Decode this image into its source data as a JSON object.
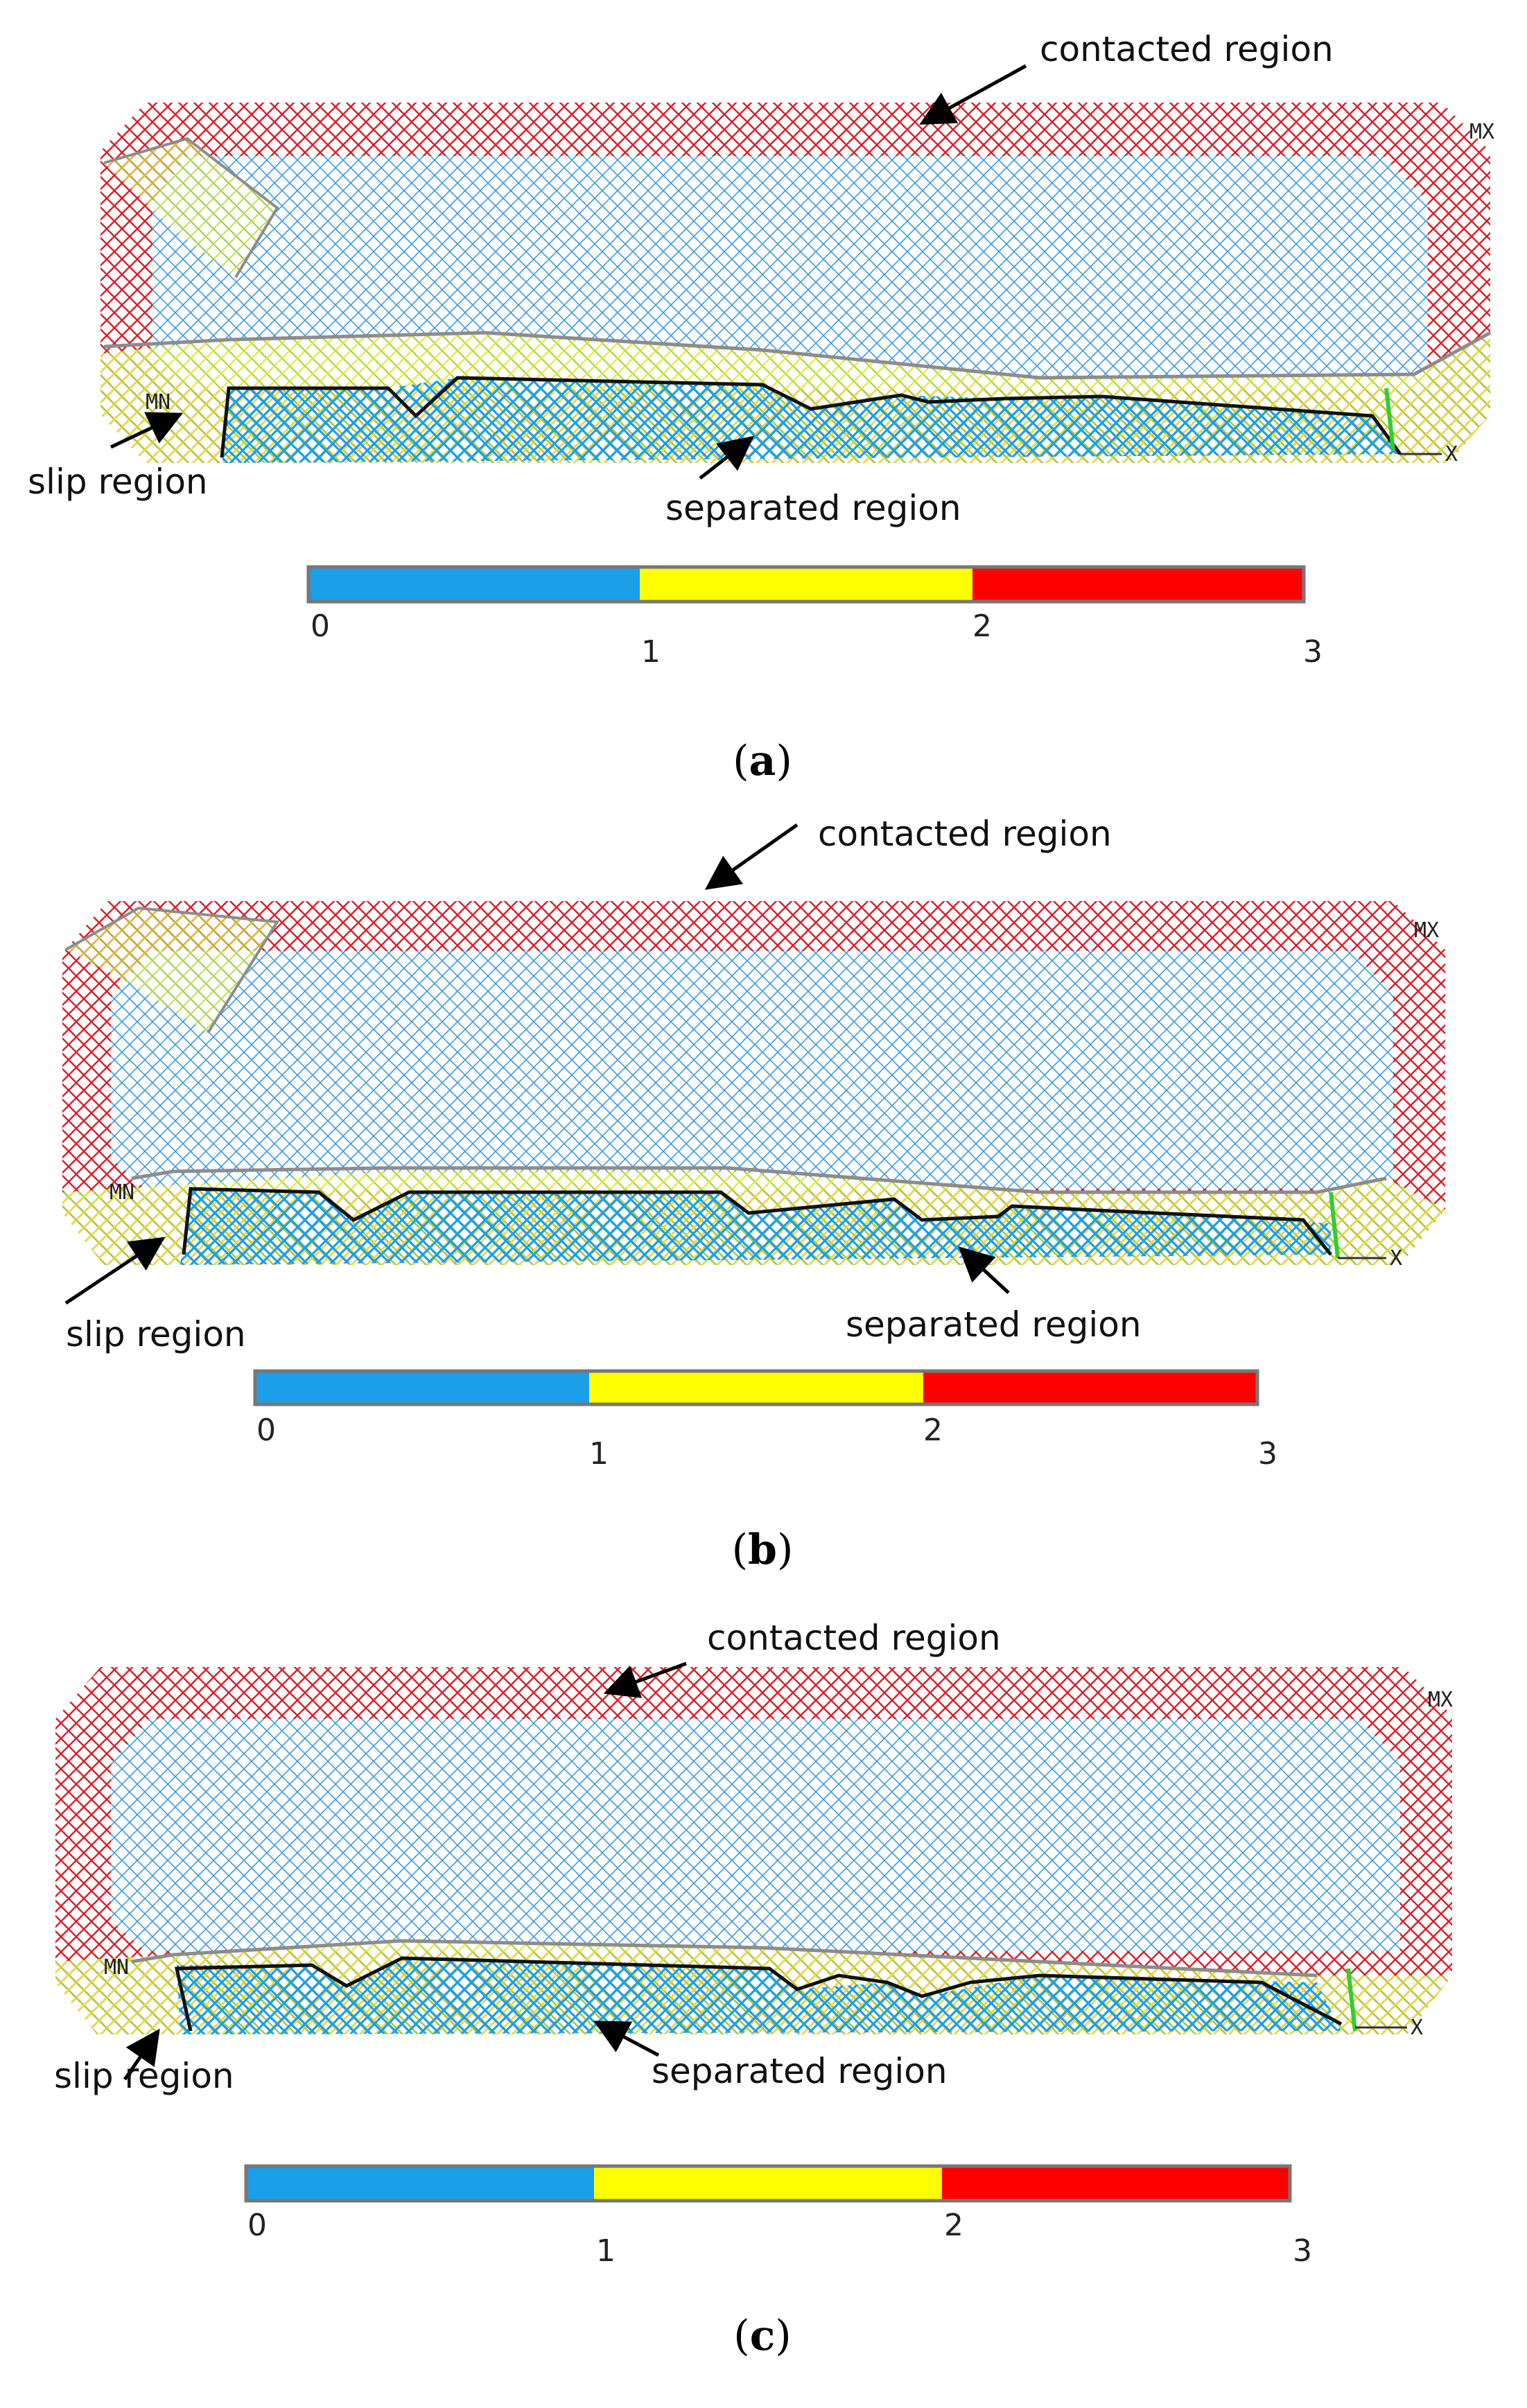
{
  "colors": {
    "separated": "#1a9fe8",
    "slip": "#ffff00",
    "contacted": "#ff0000",
    "mesh_red": "#d8202c",
    "mesh_blue": "#2a8fd8",
    "mesh_green": "#a8d830",
    "boundary_gray": "#8c8c8c",
    "boundary_black": "#111111"
  },
  "panels": [
    {
      "id": "a",
      "caption_open": "(",
      "caption_letter": "a",
      "caption_close": ")",
      "labels": {
        "contacted": "contacted region",
        "slip": "slip region",
        "separated": "separated region",
        "mx": "MX",
        "mn": "MN",
        "x": "X"
      },
      "colorbar": {
        "ticks": [
          "0",
          "1",
          "2",
          "3"
        ]
      }
    },
    {
      "id": "b",
      "caption_open": "(",
      "caption_letter": "b",
      "caption_close": ")",
      "labels": {
        "contacted": "contacted region",
        "slip": "slip region",
        "separated": "separated region",
        "mx": "MX",
        "mn": "MN",
        "x": "X"
      },
      "colorbar": {
        "ticks": [
          "0",
          "1",
          "2",
          "3"
        ]
      }
    },
    {
      "id": "c",
      "caption_open": "(",
      "caption_letter": "c",
      "caption_close": ")",
      "labels": {
        "contacted": "contacted region",
        "slip": "slip region",
        "separated": "separated region",
        "mx": "MX",
        "mn": "MN",
        "x": "X"
      },
      "colorbar": {
        "ticks": [
          "0",
          "1",
          "2",
          "3"
        ]
      }
    }
  ]
}
